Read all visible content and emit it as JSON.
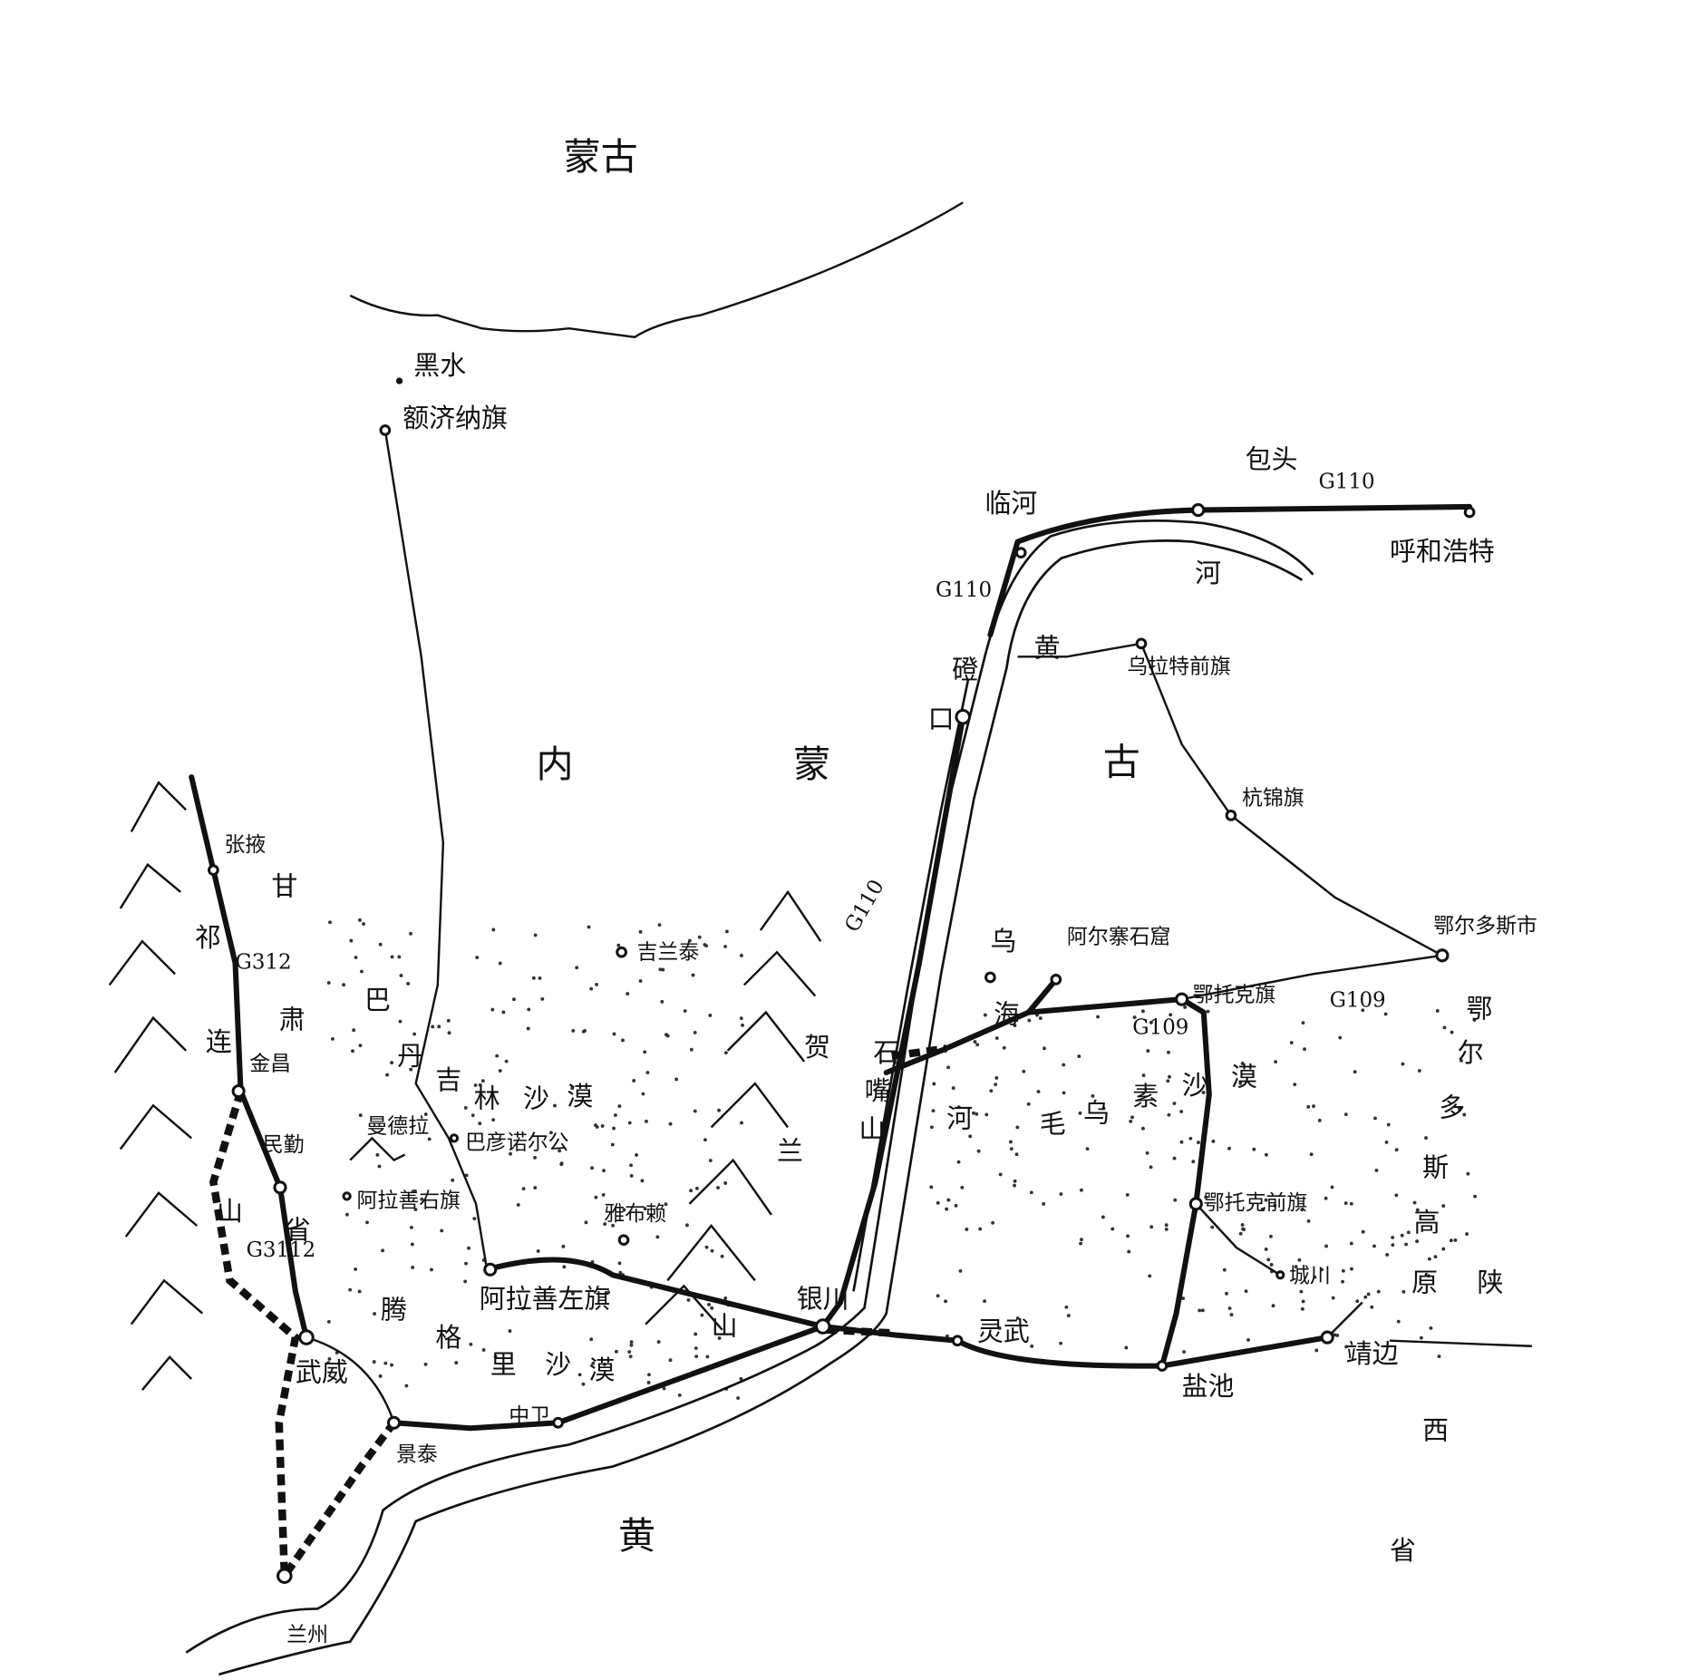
{
  "map": {
    "labels": {
      "mongolia": "蒙古",
      "heishui": "黑水",
      "ejina": "额济纳旗",
      "nei": "内",
      "meng": "蒙",
      "gu": "古",
      "baotou": "包头",
      "linhe": "临河",
      "hohhot": "呼和浩特",
      "he_north": "河",
      "dengkou_1": "磴",
      "dengkou_2": "口",
      "huang_north": "黄",
      "wulate": "乌拉特前旗",
      "hangjin": "杭锦旗",
      "ordos_city": "鄂尔多斯市",
      "wuhai_1": "乌",
      "wuhai_2": "海",
      "arzhai": "阿尔寨石窟",
      "etuoke": "鄂托克旗",
      "etuoke_qian": "鄂托克前旗",
      "chengchuan": "城川",
      "lingwu": "灵武",
      "yanchi": "盐池",
      "jingbian": "靖边",
      "yinchuan": "银川",
      "shizuishan": [
        "石",
        "嘴",
        "山"
      ],
      "helan": [
        "贺",
        "兰",
        "山"
      ],
      "jilantai": "吉兰泰",
      "badain": [
        "巴",
        "丹",
        "吉",
        "林",
        "沙",
        "漠"
      ],
      "mandela": "曼德拉",
      "bayannuoer": "巴彦诺尔公",
      "alashan_you": "阿拉善右旗",
      "yabulai": "雅布赖",
      "alashan_zuo": "阿拉善左旗",
      "tengger": [
        "腾",
        "格",
        "里",
        "沙",
        "漠"
      ],
      "mu_us": [
        "毛",
        "乌",
        "素",
        "沙",
        "漠"
      ],
      "he_west": "河",
      "zhongwei": "中卫",
      "jingtai": "景泰",
      "wuwei": "武威",
      "lanzhou": "兰州",
      "huang_he": "黄",
      "zhangye": "张掖",
      "gansu": [
        "甘",
        "肃",
        "省"
      ],
      "qilian": [
        "祁",
        "连",
        "山"
      ],
      "jinchang": "金昌",
      "minqin": "民勤",
      "ordos_plateau": [
        "鄂",
        "尔",
        "多",
        "斯",
        "高",
        "原"
      ],
      "shaanxi": [
        "陕",
        "西",
        "省"
      ]
    },
    "roads": {
      "g110_a": "G110",
      "g110_b": "G110",
      "g110_c": "G110",
      "g109_a": "G109",
      "g109_b": "G109",
      "g312_a": "G312",
      "g312_b": "G3112"
    },
    "colors": {
      "ink": "#111111",
      "paper": "#ffffff"
    }
  }
}
